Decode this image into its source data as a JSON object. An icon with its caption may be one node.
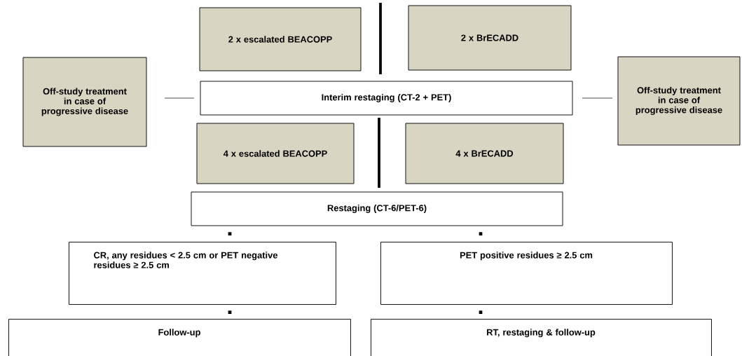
{
  "diagram": {
    "nodes": [
      {
        "text": [
          "2 x escalated BEACOPP"
        ]
      },
      {
        "text": [
          "2 x BrECADD"
        ]
      },
      {
        "text": [
          "Off-study treatment in case of progressive disease"
        ]
      },
      {
        "text": [
          "Interim restaging (CT-2 + PET)"
        ]
      },
      {
        "text": [
          "Off-study treatment in case of progressive disease"
        ]
      },
      {
        "text": [
          "4 x escalated BEACOPP"
        ]
      },
      {
        "text": [
          "4 x BrECADD"
        ]
      },
      {
        "text": [
          "Restaging (CT-6/PET-6)"
        ]
      },
      {
        "text": [
          "CR, any residues < 2.5 cm or PET negative residues ≥ 2.5 cm"
        ]
      },
      {
        "text": [
          "PET positive residues ≥ 2.5 cm"
        ]
      },
      {
        "text": [
          "Follow-up"
        ]
      },
      {
        "text": [
          "RT, restaging & follow-up"
        ]
      }
    ],
    "edges": [
      {
        "from": 2,
        "to": 3,
        "arrow": "none"
      },
      {
        "from": 3,
        "to": 4,
        "arrow": "none"
      },
      {
        "from": 7,
        "to": 8,
        "arrow": "none",
        "style": "dashed"
      },
      {
        "from": 7,
        "to": 9,
        "arrow": "none",
        "style": "dashed"
      },
      {
        "from": 8,
        "to": 10,
        "arrow": "none",
        "style": "dashed"
      },
      {
        "from": 9,
        "to": 11,
        "arrow": "none",
        "style": "dashed"
      }
    ]
  }
}
